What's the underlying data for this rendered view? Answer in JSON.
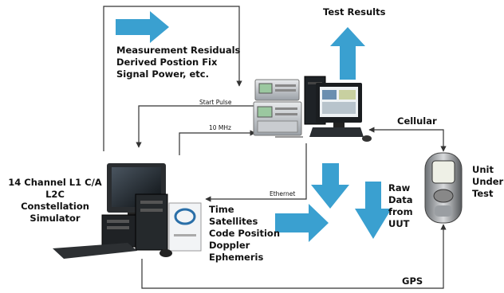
{
  "labels": {
    "test_results": "Test Results",
    "measurement": [
      "Measurement Residuals",
      "Derived Postion Fix",
      "Signal Power, etc."
    ],
    "start_pulse": "Start Pulse",
    "ten_mhz": "10 MHz",
    "cellular": "Cellular",
    "ethernet": "Ethernet",
    "simulator": [
      "14 Channel L1 C/A",
      "L2C",
      "Constellation",
      "Simulator"
    ],
    "nav_data": [
      "Time",
      "Satellites",
      "Code Position",
      "Doppler",
      "Ephemeris"
    ],
    "raw_data": [
      "Raw",
      "Data",
      "from",
      "UUT"
    ],
    "unit": [
      "Unit",
      "Under",
      "Test"
    ],
    "gps": "GPS"
  },
  "colors": {
    "arrow_blue": "#3aa0d0",
    "line": "#333333",
    "text": "#111111"
  },
  "icons": [
    "simulator-computer-icon",
    "test-station-icon",
    "cell-phone-icon"
  ]
}
